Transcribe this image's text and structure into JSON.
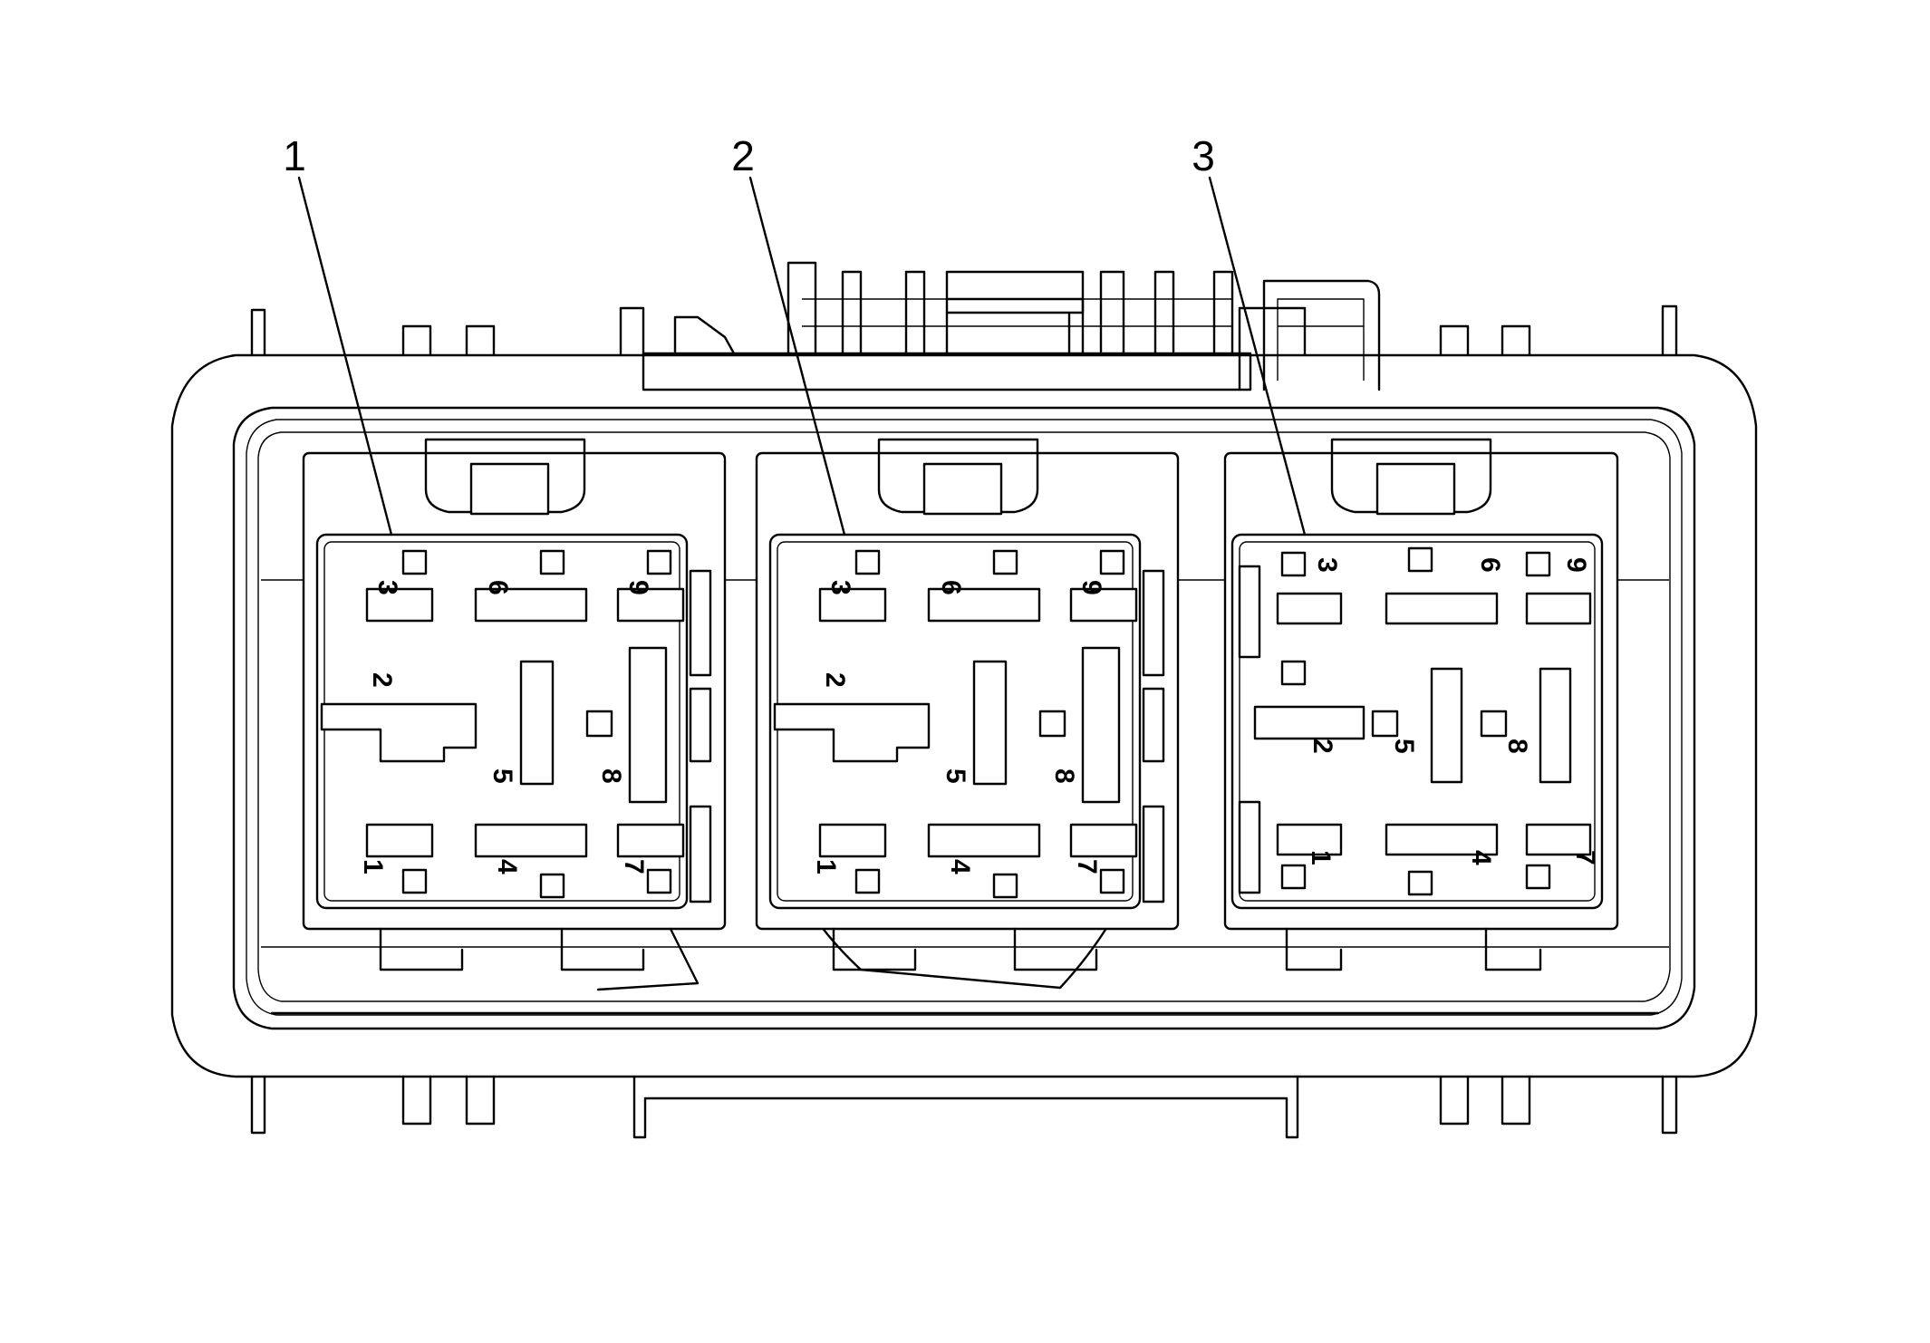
{
  "callouts": [
    {
      "label": "1"
    },
    {
      "label": "2"
    },
    {
      "label": "3"
    }
  ],
  "relays": [
    {
      "pins": [
        "1",
        "2",
        "3",
        "4",
        "5",
        "6",
        "7",
        "8",
        "9"
      ]
    },
    {
      "pins": [
        "1",
        "2",
        "3",
        "4",
        "5",
        "6",
        "7",
        "8",
        "9"
      ]
    },
    {
      "pins": [
        "1",
        "2",
        "3",
        "4",
        "5",
        "6",
        "7",
        "8",
        "9"
      ]
    }
  ],
  "colors": {
    "line": "#000000",
    "background": "#ffffff"
  }
}
